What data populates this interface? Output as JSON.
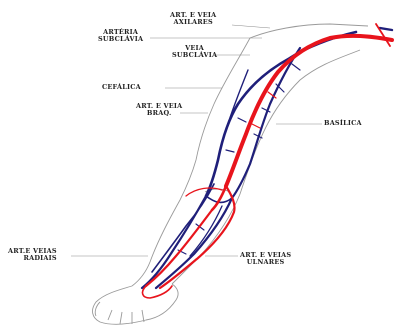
{
  "labels": {
    "axilares": [
      "ART. E VEIA",
      "AXILARES"
    ],
    "subclavia_art": [
      "ARTÉRIA",
      "SUBCLÁVIA"
    ],
    "subclavia_vein": [
      "VEIA",
      "SUBCLÁVIA"
    ],
    "cefalica": "CEFÁLICA",
    "braq": [
      "ART. E VEIA",
      "BRAQ."
    ],
    "basilica": "BASÍLICA",
    "radiais": [
      "ART.E VEIAS",
      "RADIAIS"
    ],
    "ulnares": [
      "ART. E VEIAS",
      "ULNARES"
    ]
  },
  "colors": {
    "artery": "#e8141c",
    "vein": "#1f1f7a",
    "outline": "#9a9a9a",
    "leader": "#8a8a8a"
  }
}
